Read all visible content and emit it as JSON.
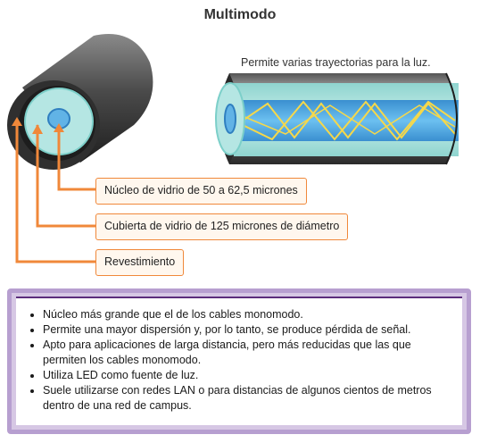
{
  "title": "Multimodo",
  "caption": "Permite varias trayectorias para la luz.",
  "callouts": {
    "core": "Núcleo de vidrio de 50 a 62,5 micrones",
    "cladding": "Cubierta de vidrio de 125 micrones de diámetro",
    "coating": "Revestimiento"
  },
  "bullets": [
    "Núcleo más grande que el de los cables monomodo.",
    "Permite una mayor dispersión y, por lo tanto, se produce pérdida de señal.",
    "Apto para aplicaciones de larga distancia, pero más reducidas que las que permiten los cables monomodo.",
    "Utiliza LED como fuente de luz.",
    "Suele utilizarse con redes LAN o para distancias de algunos cientos de metros dentro de una red de campus."
  ],
  "colors": {
    "callout_border": "#f0883a",
    "panel_border": "#b79fd0",
    "core": "#61b3e6",
    "cladding": "#b5e6e3",
    "jacket": "#3a3a3a",
    "light_path": "#f6d84a"
  }
}
